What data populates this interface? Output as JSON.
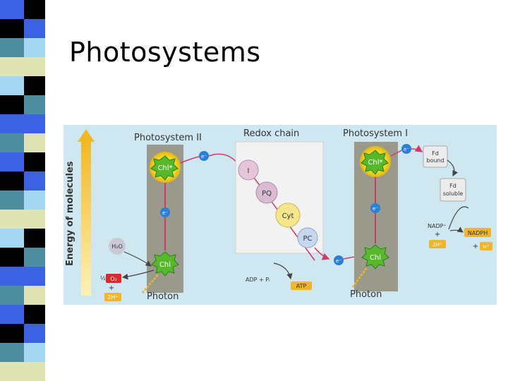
{
  "slide": {
    "title": "Photosystems"
  },
  "colors": {
    "stripe_blue": "#3a62e2",
    "stripe_black": "#000000",
    "stripe_teal": "#4d8fa0",
    "stripe_cream": "#dfe3b4",
    "stripe_light_blue": "#a4d7f2",
    "diagram_background": "#cfe7f1",
    "photosystem_panel": "#9a9a8c",
    "redox_panel": "#f2f2f2",
    "energy_arrow": "#f5c93a",
    "chlorophyll_glow": "#f7e12e",
    "chlorophyll_green": "#50b52a",
    "electron": "#2a7fd6",
    "electron_path": "#d03a68",
    "carrier_pink": "#e6c5d8",
    "carrier_yellow": "#f3e68c",
    "carrier_blue": "#c7d7f0",
    "atp_label": "#f0b52a",
    "oxygen_red": "#d72a2a"
  },
  "diagram": {
    "y_axis_label": "Energy of molecules",
    "photosystem2": {
      "title": "Photosystem II",
      "chl_excited": "Chl*",
      "chl_ground": "Chl",
      "electron_label": "e⁻",
      "water_label": "H₂O",
      "half": "½",
      "oxygen_label": "O₂",
      "plus": "+",
      "protons_label": "2H⁺",
      "photon_label": "Photon"
    },
    "redox_chain": {
      "title": "Redox chain",
      "carriers": [
        {
          "label": "I",
          "color": "#e6c5d8"
        },
        {
          "label": "PQ",
          "color": "#d9bcd3"
        },
        {
          "label": "Cyt",
          "color": "#f3e68c"
        },
        {
          "label": "PC",
          "color": "#c7d7f0"
        }
      ],
      "electron_label": "e⁻",
      "adp_label": "ADP + Pᵢ",
      "atp_label": "ATP"
    },
    "photosystem1": {
      "title": "Photosystem I",
      "chl_excited": "Chl*",
      "chl_ground": "Chl",
      "electron_label": "e⁻",
      "fd_bound": [
        "Fd",
        "bound"
      ],
      "fd_soluble": [
        "Fd",
        "soluble"
      ],
      "nadp_label": "NADP⁺",
      "nadph_label": "NADPH",
      "plus": "+",
      "h_label": "2H⁺",
      "h_label2": "H⁺",
      "photon_label": "Photon"
    }
  }
}
